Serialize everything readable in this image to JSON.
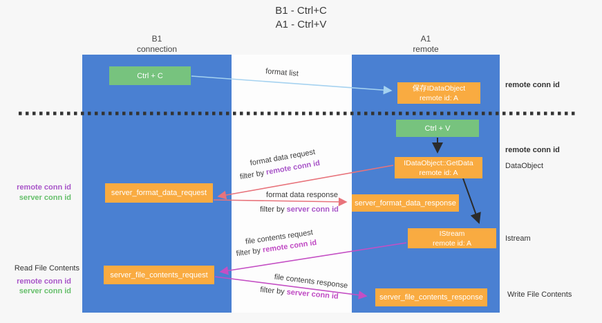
{
  "title": {
    "line1": "B1 - Ctrl+C",
    "line2": "A1 - Ctrl+V"
  },
  "lanes": {
    "left": {
      "name": "B1",
      "role": "connection"
    },
    "right": {
      "name": "A1",
      "role": "remote"
    }
  },
  "nodes": {
    "ctrl_c": "Ctrl + C",
    "ctrl_v": "Ctrl + V",
    "save_idataobject": {
      "line1": "保存IDataObject",
      "line2": "remote id: A"
    },
    "getdata": {
      "line1": "IDataObject::GetData",
      "line2": "remote id: A"
    },
    "istream": {
      "line1": "IStream",
      "line2": "remote id: A"
    },
    "server_format_data_request": "server_format_data_request",
    "server_format_data_response": "server_format_data_response",
    "server_file_contents_request": "server_file_contents_request",
    "server_file_contents_response": "server_file_contents_response"
  },
  "edges": {
    "format_list": "format list",
    "format_data_request": "format data request",
    "format_data_response": "format data response",
    "file_contents_request": "file contents request",
    "file_contents_response": "file contents response"
  },
  "labels": {
    "filter_by": "filter by",
    "remote_conn_id": "remote conn id",
    "server_conn_id": "server conn id",
    "data_object": "DataObject",
    "istream": "Istream",
    "read_file_contents": "Read File Contents",
    "write_file_contents": "Write File Contents"
  },
  "colors": {
    "bg": "#f7f7f7",
    "lane_blue": "#4a80d2",
    "box_green": "#77c37e",
    "box_orange": "#f9ab41",
    "arrow_blue": "#a5d2f0",
    "arrow_red": "#e8737b",
    "arrow_magenta": "#c44fc4",
    "arrow_black": "#2b2b2b",
    "text_purple": "#a855c8",
    "text_magenta": "#c04ac4",
    "text_green": "#66bf6b",
    "dash_line": "#333333"
  }
}
